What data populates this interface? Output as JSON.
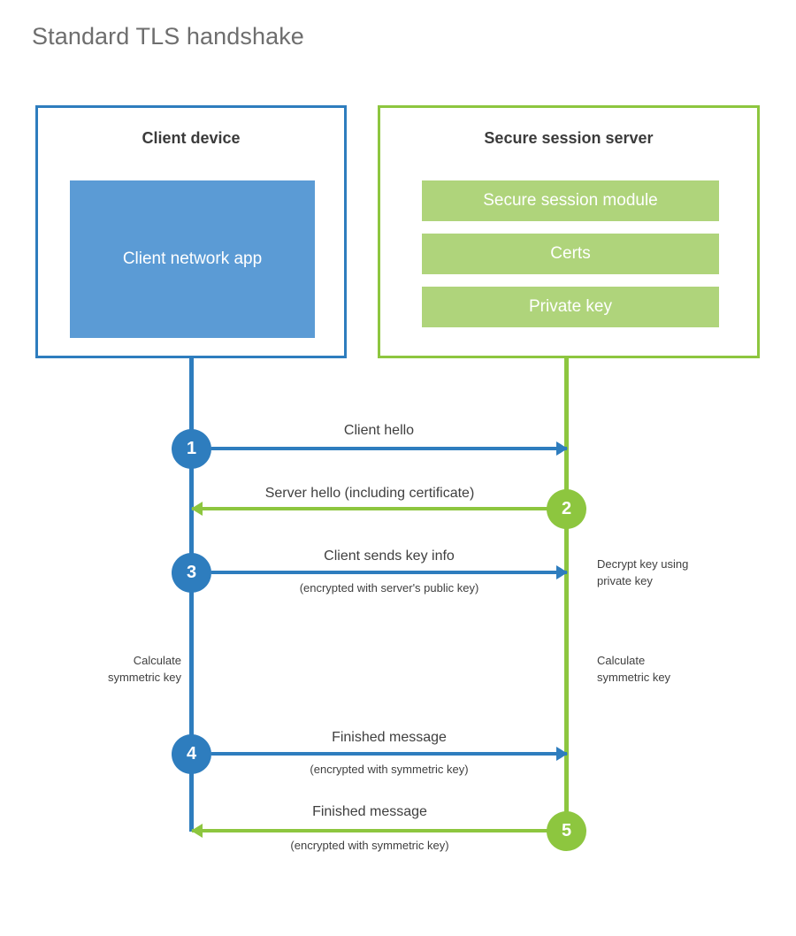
{
  "title": "Standard TLS handshake",
  "parties": {
    "client": {
      "name": "Client device",
      "app_label": "Client network\napp"
    },
    "server": {
      "name": "Secure session server",
      "blocks": [
        "Secure session module",
        "Certs",
        "Private key"
      ]
    }
  },
  "steps": [
    {
      "number": "1",
      "label": "Client hello",
      "sub": "",
      "direction": "client-to-server",
      "color": "#2E7DBE"
    },
    {
      "number": "2",
      "label": "Server hello (including certificate)",
      "sub": "",
      "direction": "server-to-client",
      "color": "#8DC63F"
    },
    {
      "number": "3",
      "label": "Client sends key info",
      "sub": "(encrypted with server's public key)",
      "direction": "client-to-server",
      "color": "#2E7DBE"
    },
    {
      "number": "4",
      "label": "Finished message",
      "sub": "(encrypted with symmetric key)",
      "direction": "client-to-server",
      "color": "#2E7DBE"
    },
    {
      "number": "5",
      "label": "Finished message",
      "sub": "(encrypted with symmetric key)",
      "direction": "server-to-client",
      "color": "#8DC63F"
    }
  ],
  "notes": {
    "decrypt_key": "Decrypt key using\nprivate key",
    "client_calculate": "Calculate\nsymmetric key",
    "server_calculate": "Calculate\nsymmetric key"
  },
  "colors": {
    "client_border": "#2E7DBE",
    "client_fill": "#5B9BD5",
    "server_border": "#8DC63F",
    "server_fill": "#AFD47B",
    "title_text": "#6e6e6e",
    "body_text": "#3f3f3f",
    "background": "#ffffff"
  }
}
